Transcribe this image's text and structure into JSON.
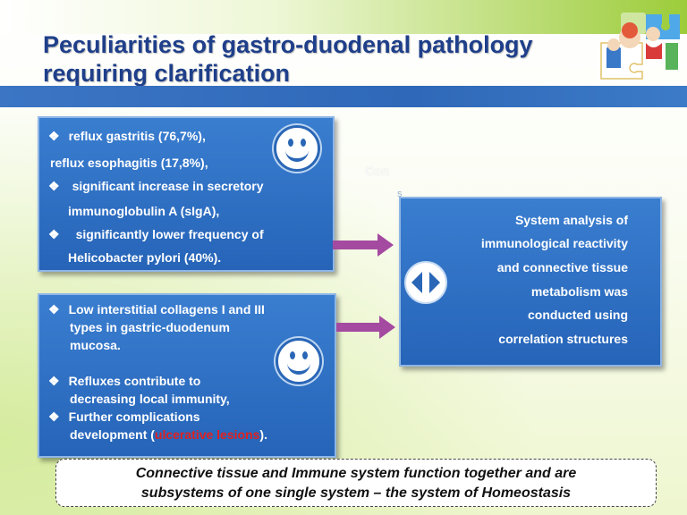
{
  "slide": {
    "title_line1": "Peculiarities of gastro-duodenal pathology",
    "title_line2": "requiring clarification"
  },
  "box1": {
    "lines": [
      "reflux gastritis (76,7%),",
      "reflux esophagitis (17,8%),",
      "significant increase in secretory",
      "immunoglobulin A (sIgA),",
      "significantly lower frequency of",
      "Helicobacter pylori (40%)."
    ]
  },
  "box2": {
    "lines": [
      "Low interstitial collagens I and III",
      "types in gastric-duodenum",
      "mucosa.",
      "Refluxes contribute to",
      "decreasing local immunity,",
      "Further complications",
      "development ("
    ],
    "highlight": "ulcerative lesions",
    "tail": ")."
  },
  "box3": {
    "lines": [
      "System analysis of",
      "immunological reactivity",
      "and connective tissue",
      "metabolism was",
      "conducted using",
      "correlation structures"
    ]
  },
  "faded_text": "Con",
  "faded_text2": "s",
  "footer": {
    "line1": "Connective tissue and Immune system function together and are",
    "line2": "subsystems of one single system – the system of Homeostasis"
  },
  "colors": {
    "title": "#1f3f8a",
    "box_blue": "#2f6fc4",
    "arrow": "#a44aa0",
    "highlight_red": "#e02020"
  },
  "icons": [
    "diamond-bullet-icon",
    "smiley-face-icon",
    "arrow-right-icon",
    "puzzle-pieces-icon",
    "circle-arrows-icon"
  ]
}
